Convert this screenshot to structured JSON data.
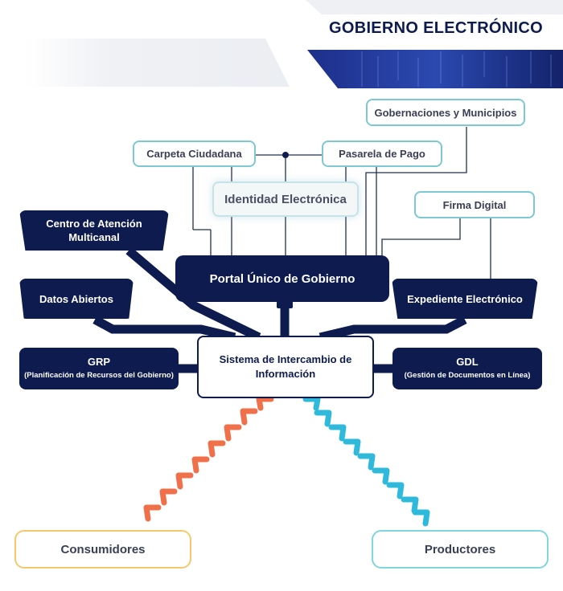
{
  "header": {
    "title": "GOBIERNO ELECTRÓNICO"
  },
  "nodes": {
    "gobernaciones": "Gobernaciones y Municipios",
    "carpeta": "Carpeta Ciudadana",
    "pasarela": "Pasarela de Pago",
    "identidad": "Identidad Electrónica",
    "firma": "Firma Digital",
    "centro_atencion": "Centro de Atención Multicanal",
    "portal": "Portal Único de Gobierno",
    "datos_abiertos": "Datos Abiertos",
    "expediente": "Expediente Electrónico",
    "grp": "GRP",
    "grp_sub": "(Planificación de Recursos del Gobierno)",
    "sistema": "Sistema de Intercambio de Información",
    "gdl": "GDL",
    "gdl_sub": "(Gestión de Documentos en Línea)",
    "consumidores": "Consumidores",
    "productores": "Productores"
  },
  "colors": {
    "navy": "#0e1b4f",
    "thin_line": "#23304f",
    "light_border": "#7ec8d3",
    "consumidores_border": "#f5c96b",
    "productores_border": "#7fd6de",
    "arrow_orange": "#f0704a",
    "arrow_cyan": "#2fb9da"
  }
}
